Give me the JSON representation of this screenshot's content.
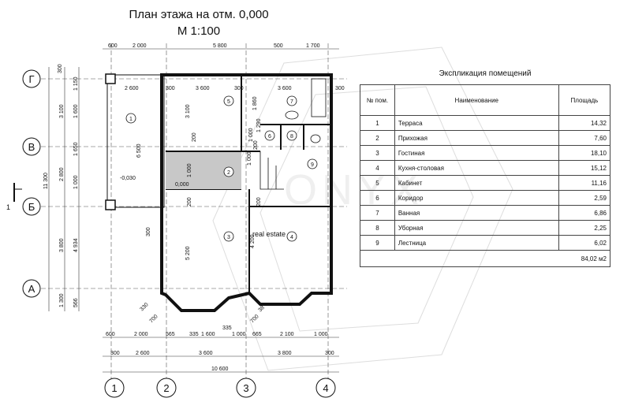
{
  "header": {
    "title_line1": "План этажа на отм. 0,000",
    "title_line2": "М 1:100"
  },
  "axes": {
    "rows": [
      "Г",
      "В",
      "Б",
      "А"
    ],
    "cols": [
      "1",
      "2",
      "3",
      "4"
    ],
    "section_mark": "1"
  },
  "dims": {
    "top1": [
      "600",
      "2 000",
      "5 800",
      "500",
      "1 700"
    ],
    "left_outer": "11 300",
    "left_mid": [
      "3 100",
      "2 800",
      "3 800",
      "1 300"
    ],
    "left_inner": [
      "300",
      "1 150",
      "1 600",
      "1 650",
      "1 000",
      "4 934",
      "566"
    ],
    "bottom1": [
      "600",
      "2 000",
      "565",
      "335",
      "1 600",
      "335",
      "1 000",
      "665",
      "2 100",
      "1 000"
    ],
    "bottom2": [
      "300",
      "2 600",
      "3 600",
      "3 800",
      "300"
    ],
    "bottom_total": "10 600",
    "inner": [
      "2 600",
      "300",
      "3 600",
      "300",
      "3 600",
      "300",
      "6 500",
      "3 100",
      "1 860",
      "1 000",
      "1 290",
      "1 000",
      "200",
      "1 000",
      "200",
      "200",
      "200",
      "5 200",
      "4 200",
      "300",
      "330",
      "700",
      "700",
      "38"
    ],
    "levels": [
      "-0,030",
      "0,000"
    ]
  },
  "rooms_on_plan": [
    "1",
    "2",
    "3",
    "4",
    "5",
    "6",
    "7",
    "8",
    "9"
  ],
  "schedule": {
    "title": "Экспликация помещений",
    "headers": [
      "№ пом.",
      "Наименование",
      "Площадь"
    ],
    "rows": [
      {
        "num": "1",
        "name": "Терраса",
        "area": "14,32"
      },
      {
        "num": "2",
        "name": "Прихожая",
        "area": "7,60"
      },
      {
        "num": "3",
        "name": "Гостиная",
        "area": "18,10"
      },
      {
        "num": "4",
        "name": "Кухня-столовая",
        "area": "15,12"
      },
      {
        "num": "5",
        "name": "Кабинет",
        "area": "11,16"
      },
      {
        "num": "6",
        "name": "Коридор",
        "area": "2,59"
      },
      {
        "num": "7",
        "name": "Ванная",
        "area": "6,86"
      },
      {
        "num": "8",
        "name": "Уборная",
        "area": "2,25"
      },
      {
        "num": "9",
        "name": "Лестница",
        "area": "6,02"
      }
    ],
    "total": "84,02 м2"
  },
  "watermark": "ONYX",
  "watermark_sub": "real estate"
}
